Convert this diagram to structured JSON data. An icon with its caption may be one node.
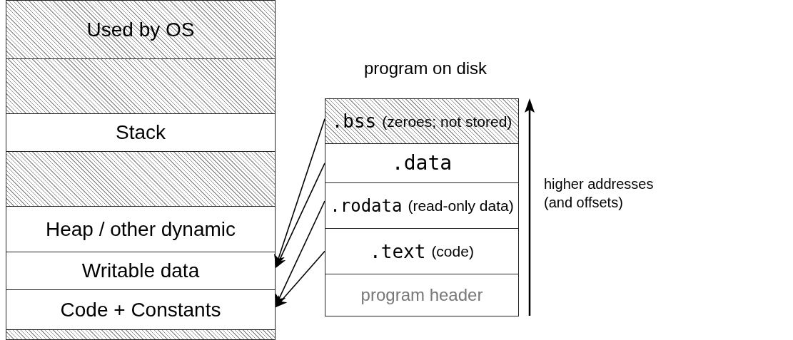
{
  "diagram": {
    "nodes": [
      {
        "text": [
          "Used by OS"
        ]
      },
      {
        "text": [],
        "shape": "box"
      },
      {
        "text": [
          "Stack"
        ]
      },
      {
        "text": [],
        "shape": "box"
      },
      {
        "text": [
          "Heap / other dynamic"
        ]
      },
      {
        "text": [
          "Writable data"
        ]
      },
      {
        "text": [
          "Code + Constants"
        ]
      },
      {
        "text": [],
        "shape": "box"
      },
      {
        "text": [
          ".bss",
          "(zeroes; not stored)"
        ]
      },
      {
        "text": [
          ".data"
        ]
      },
      {
        "text": [
          ".rodata",
          "(read-only data)"
        ]
      },
      {
        "text": [
          ".text",
          "(code)"
        ]
      },
      {
        "text": [
          "program header"
        ]
      }
    ],
    "edges": [
      {
        "from": 8,
        "to": 5,
        "arrow": "to"
      },
      {
        "from": 9,
        "to": 5,
        "arrow": "to"
      },
      {
        "from": 10,
        "to": 6,
        "arrow": "to"
      },
      {
        "from": 11,
        "to": 6,
        "arrow": "to"
      }
    ],
    "labels": [
      "program on disk",
      "higher addresses (and offsets)"
    ]
  }
}
